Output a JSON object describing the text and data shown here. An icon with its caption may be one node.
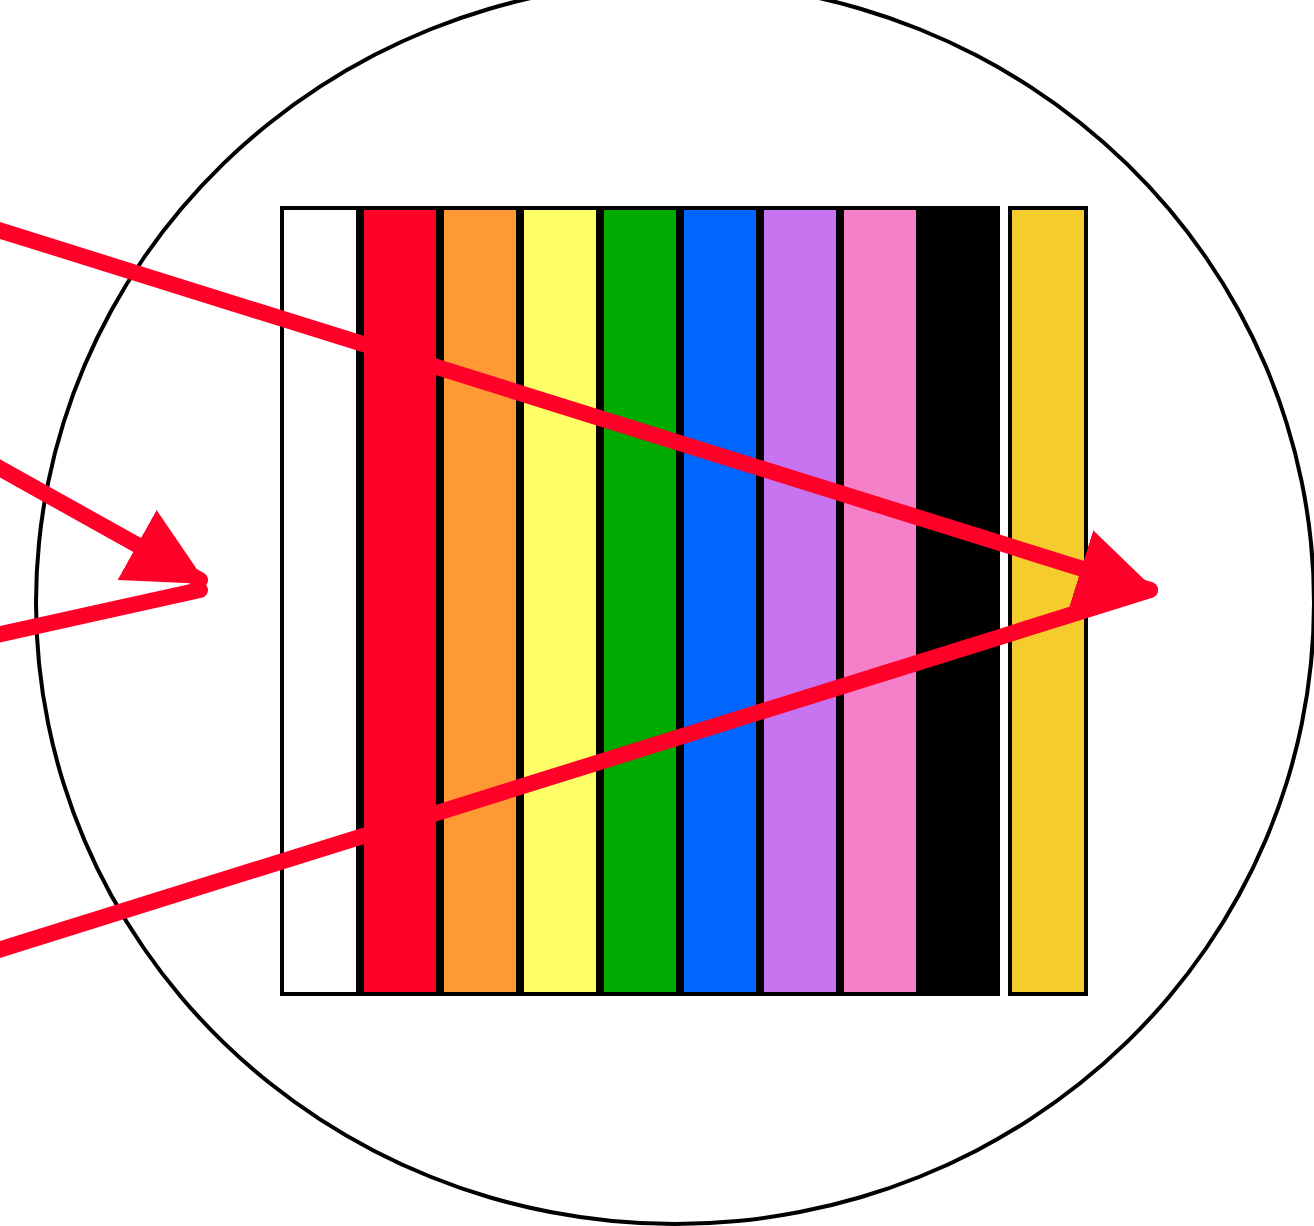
{
  "diagram": {
    "nodes": [
      {
        "text": [],
        "shape": "circle"
      },
      {
        "text": [],
        "shape": "bar",
        "in": 0
      },
      {
        "text": [],
        "shape": "bar",
        "in": 0
      },
      {
        "text": [],
        "shape": "bar",
        "in": 0
      },
      {
        "text": [],
        "shape": "bar",
        "in": 0
      },
      {
        "text": [],
        "shape": "bar",
        "in": 0
      },
      {
        "text": [],
        "shape": "bar",
        "in": 0
      },
      {
        "text": [],
        "shape": "bar",
        "in": 0
      },
      {
        "text": [],
        "shape": "bar",
        "in": 0
      },
      {
        "text": [],
        "shape": "bar",
        "in": 0
      },
      {
        "text": [],
        "shape": "bar",
        "in": 0
      }
    ]
  }
}
